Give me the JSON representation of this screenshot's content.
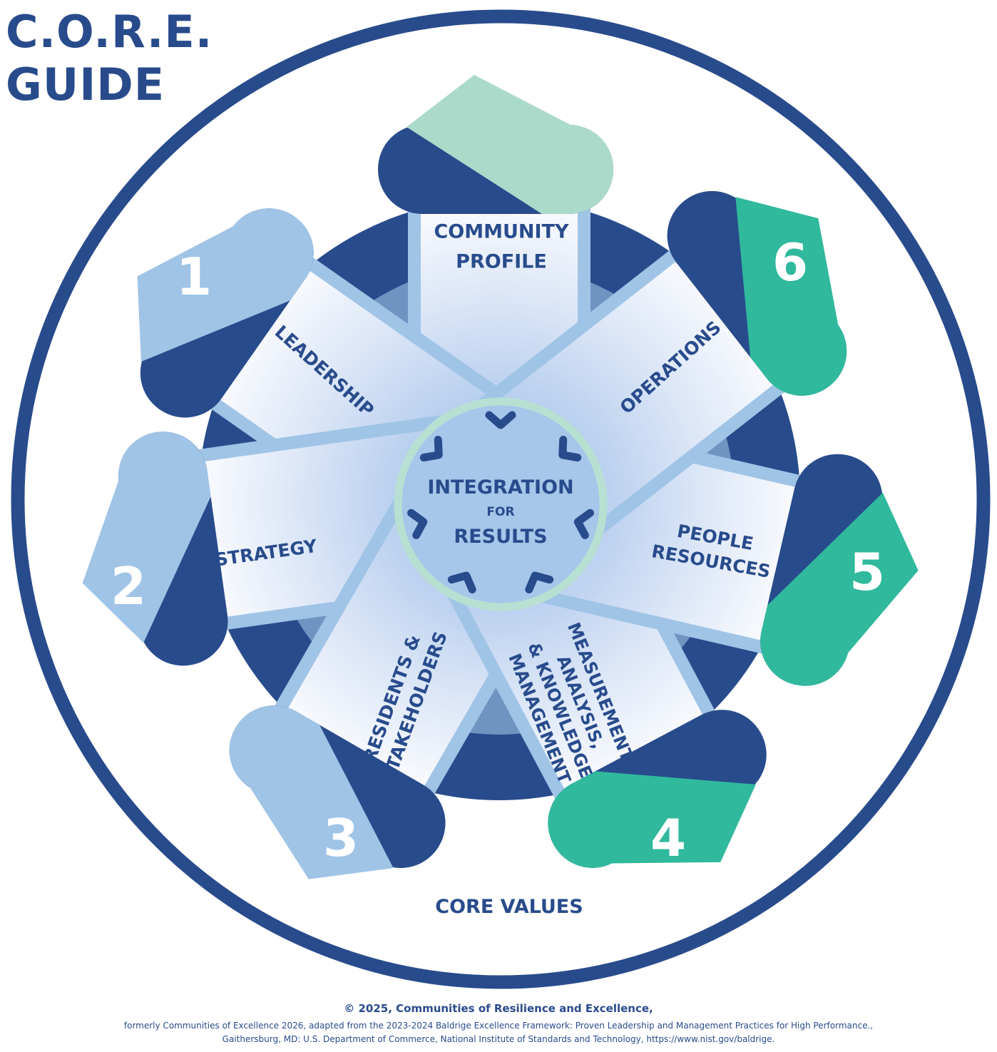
{
  "title": {
    "line1": "C.O.R.E.",
    "line2": "GUIDE"
  },
  "hub": {
    "line1": "INTEGRATION",
    "line2": "FOR",
    "line3": "RESULTS"
  },
  "core_values_label": "CORE VALUES",
  "petals": [
    {
      "id": "community-profile",
      "lines": [
        "COMMUNITY",
        "PROFILE"
      ],
      "number": "",
      "tab_color": "#abdacb"
    },
    {
      "id": "leadership",
      "lines": [
        "LEADERSHIP"
      ],
      "number": "1",
      "tab_color": "#a0c4e6"
    },
    {
      "id": "strategy",
      "lines": [
        "STRATEGY"
      ],
      "number": "2",
      "tab_color": "#a0c4e6"
    },
    {
      "id": "residents-stakeholders",
      "lines": [
        "RESIDENTS &",
        "STAKEHOLDERS"
      ],
      "number": "3",
      "tab_color": "#a0c4e6"
    },
    {
      "id": "measurement",
      "lines": [
        "MEASUREMENT,",
        "ANALYSIS,",
        "& KNOWLEDGE",
        "MANAGEMENT"
      ],
      "number": "4",
      "tab_color": "#30b99d"
    },
    {
      "id": "people-resources",
      "lines": [
        "PEOPLE",
        "RESOURCES"
      ],
      "number": "5",
      "tab_color": "#30b99d"
    },
    {
      "id": "operations",
      "lines": [
        "OPERATIONS"
      ],
      "number": "6",
      "tab_color": "#30b99d"
    }
  ],
  "colors": {
    "navy": "#284b8c",
    "light_blue": "#a0c4e6",
    "mint": "#abdacb",
    "teal": "#30b99d",
    "hub_ring": "#b8e0d2"
  },
  "footer": {
    "line1": "© 2025, Communities of Resilience and Excellence,",
    "line2": "formerly Communities of Excellence 2026, adapted from the 2023-2024 Baldrige Excellence Framework: Proven Leadership and Management Practices for High Performance.,",
    "line3": "Gaithersburg, MD: U.S. Department of Commerce, National Institute of Standards and Technology, https://www.nist.gov/baldrige."
  }
}
